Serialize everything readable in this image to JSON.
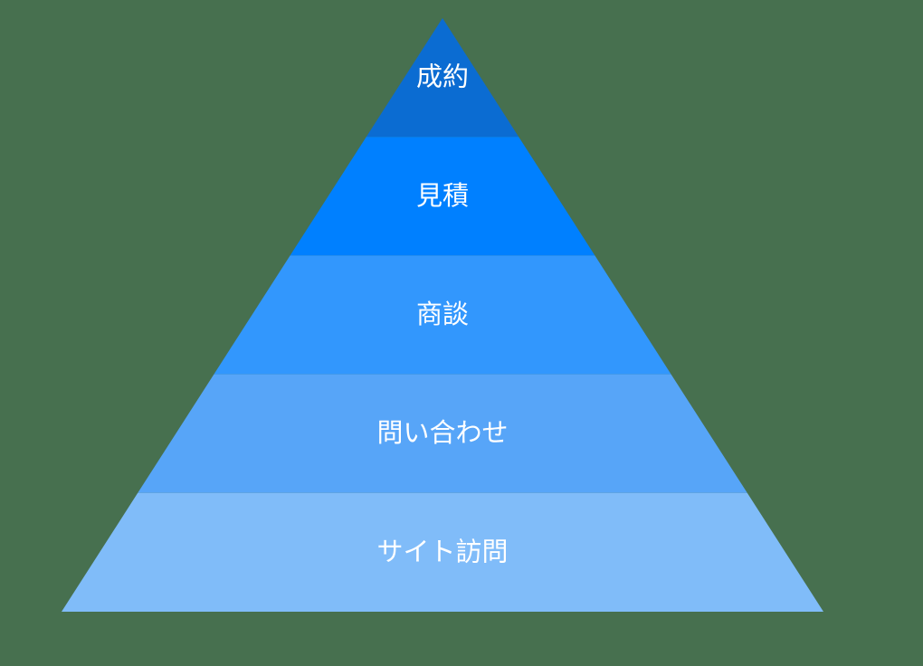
{
  "background_color": "#47704F",
  "pyramid": {
    "type": "pyramid-funnel",
    "label_color": "#FFFFFF",
    "layers": [
      {
        "label": "成約",
        "color": "#0B6CD2"
      },
      {
        "label": "見積",
        "color": "#0080FF"
      },
      {
        "label": "商談",
        "color": "#3297FD"
      },
      {
        "label": "問い合わせ",
        "color": "#57A5F8"
      },
      {
        "label": "サイト訪問",
        "color": "#80BCF9"
      }
    ]
  }
}
